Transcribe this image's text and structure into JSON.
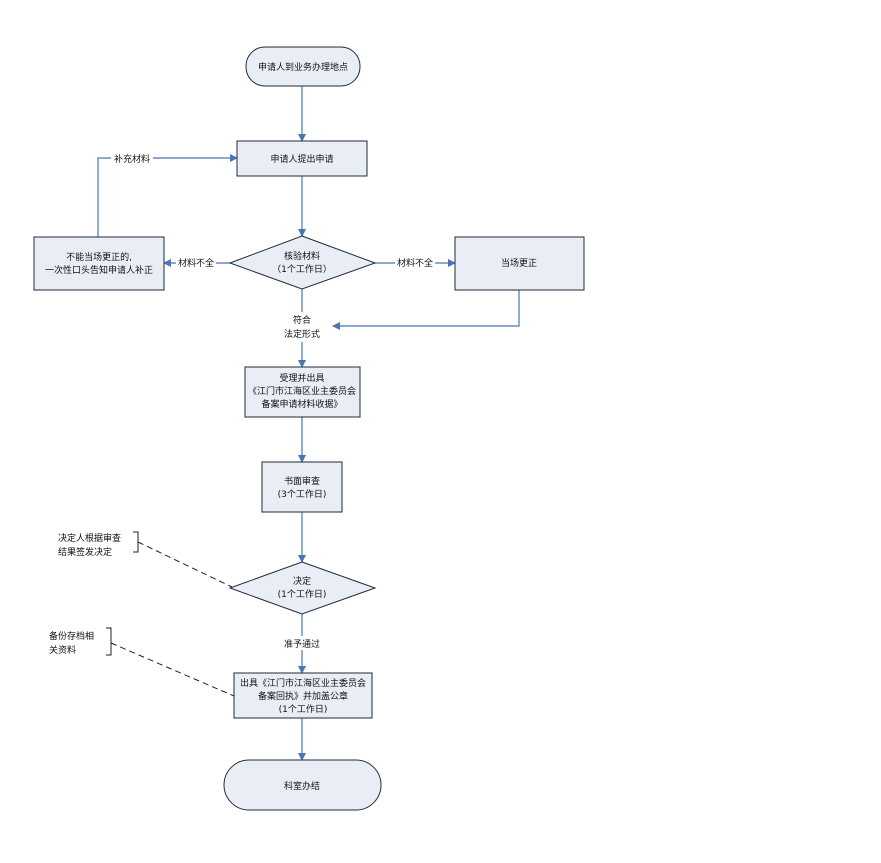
{
  "nodes": {
    "start": "申请人到业务办理地点",
    "apply": "申请人提出申请",
    "verify": [
      "核验材料",
      "（1个工作日）"
    ],
    "notfix": [
      "不能当场更正的,",
      "一次性口头告知申请人补正"
    ],
    "fixnow": "当场更正",
    "accept": [
      "受理并出具",
      "《江门市江海区业主委员会",
      "备案申请材料收据》"
    ],
    "review": [
      "书面审查",
      "(3个工作日)"
    ],
    "decide": [
      "决定",
      "(1个工作日)"
    ],
    "issue": [
      "出具《江门市江海区业主委员会",
      "备案回执》并加盖公章",
      "(1个工作日)"
    ],
    "end": "科室办结"
  },
  "labels": {
    "supplement": "补充材料",
    "incomplete_left": "材料不全",
    "incomplete_right": "材料不全",
    "conform": [
      "符合",
      "法定形式"
    ],
    "approved": "准予通过"
  },
  "notes": {
    "decider": [
      "决定人根据审查",
      "结果签发决定"
    ],
    "archive": [
      "备份存档相",
      "关资料"
    ]
  }
}
